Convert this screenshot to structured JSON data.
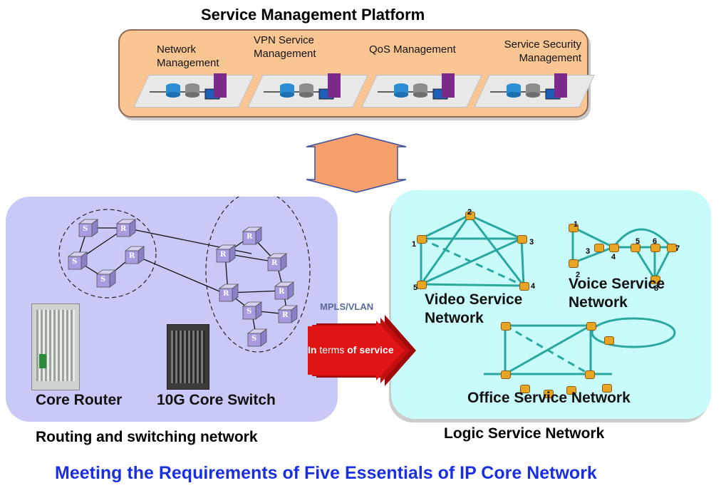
{
  "platform": {
    "title": "Service Management Platform",
    "modules": [
      {
        "line1": "Network",
        "line2": "Management"
      },
      {
        "line1": "VPN Service",
        "line2": "Management"
      },
      {
        "line1": "QoS Management",
        "line2": ""
      },
      {
        "line1": "Service Security",
        "line2": "Management"
      }
    ]
  },
  "physical": {
    "router_tag": "R",
    "switch_tag": "S",
    "core_router_label": "Core Router",
    "core_switch_label": "10G Core Switch",
    "caption": "Routing and switching network"
  },
  "transition": {
    "mpls_label": "MPLS/VLAN",
    "arrow_text": {
      "part1": "In",
      "part2": "terms",
      "part3": "of service"
    }
  },
  "logical": {
    "video": {
      "line1": "Video Service",
      "line2": "Network",
      "nodes": [
        "1",
        "2",
        "3",
        "4",
        "5"
      ]
    },
    "voice": {
      "line1": "Voice Service",
      "line2": "Network",
      "nodes": [
        "1",
        "2",
        "3",
        "4",
        "5",
        "6",
        "7",
        "8"
      ]
    },
    "office": {
      "label": "Office Service Network"
    },
    "caption": "Logic Service Network"
  },
  "footer": "Meeting the Requirements of Five Essentials of IP Core Network",
  "colors": {
    "platform_bg": "#f9c693",
    "physical_bg": "#c9c9f7",
    "logical_bg": "#c9fbfb",
    "link": "#2aa8a0",
    "footer_text": "#1a2fe0",
    "big_arrow": "#f5a06a",
    "service_arrow": "#d81010"
  }
}
